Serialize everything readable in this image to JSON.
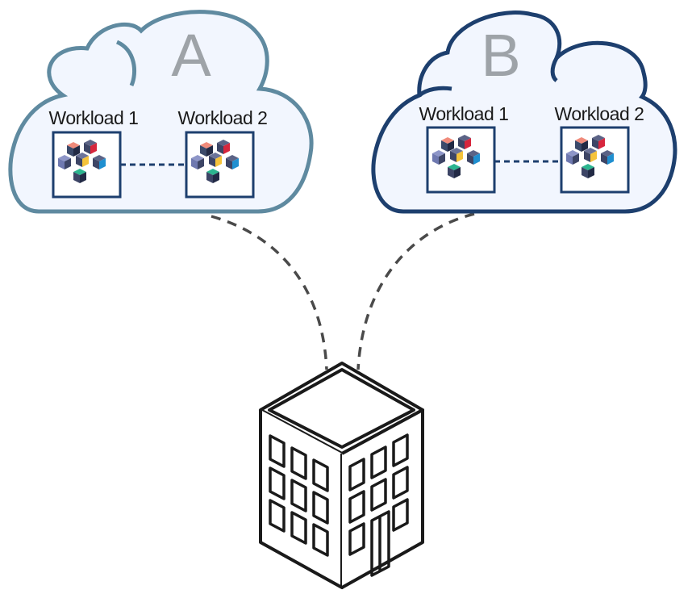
{
  "colors": {
    "cloud_a_stroke": "#5f8aa0",
    "cloud_b_stroke": "#1d3f6e",
    "cloud_fill": "#f2f6fe",
    "box_stroke": "#1d3f6e",
    "link_line": "#1d3f6e",
    "connector": "#4a4a4a",
    "building": "#1a1a1a",
    "letter": "#9ea3a8"
  },
  "clouds": [
    {
      "letter": "A",
      "workloads": [
        {
          "label": "Workload 1",
          "icon": "container-cluster-icon"
        },
        {
          "label": "Workload 2",
          "icon": "container-cluster-icon"
        }
      ]
    },
    {
      "letter": "B",
      "workloads": [
        {
          "label": "Workload 1",
          "icon": "container-cluster-icon"
        },
        {
          "label": "Workload 2",
          "icon": "container-cluster-icon"
        }
      ]
    }
  ],
  "on_premises": {
    "icon": "office-building-icon"
  }
}
